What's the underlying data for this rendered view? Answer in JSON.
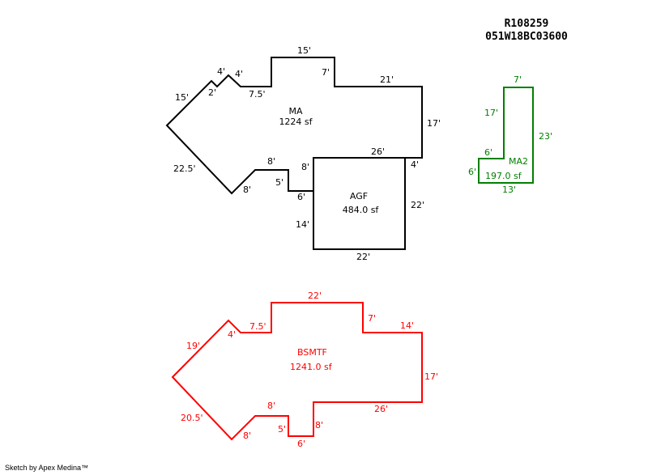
{
  "header": {
    "parcel_id": "R108259",
    "map_number": "051W18BC03600"
  },
  "colors": {
    "ma": "#000000",
    "agf": "#000000",
    "bsmtf": "#ff0000",
    "ma2": "#008000"
  },
  "areas": {
    "ma": {
      "name": "MA",
      "area": "1224 sf",
      "dims": [
        "15'",
        "4'",
        "4'",
        "2'",
        "7.5'",
        "15'",
        "7'",
        "21'",
        "17'",
        "4'",
        "26'",
        "8'",
        "5'",
        "6'",
        "8'",
        "8'",
        "22.5'"
      ]
    },
    "agf": {
      "name": "AGF",
      "area": "484.0 sf",
      "dims": [
        "14'",
        "22'",
        "22'"
      ]
    },
    "bsmtf": {
      "name": "BSMTF",
      "area": "1241.0 sf",
      "dims": [
        "19'",
        "4'",
        "7.5'",
        "22'",
        "7'",
        "14'",
        "17'",
        "26'",
        "8'",
        "6'",
        "5'",
        "8'",
        "8'",
        "20.5'"
      ]
    },
    "ma2": {
      "name": "MA2",
      "area": "197.0 sf",
      "dims": [
        "7'",
        "17'",
        "23'",
        "6'",
        "6'",
        "13'"
      ]
    }
  },
  "footer": {
    "credit": "Sketch by Apex Medina™"
  }
}
